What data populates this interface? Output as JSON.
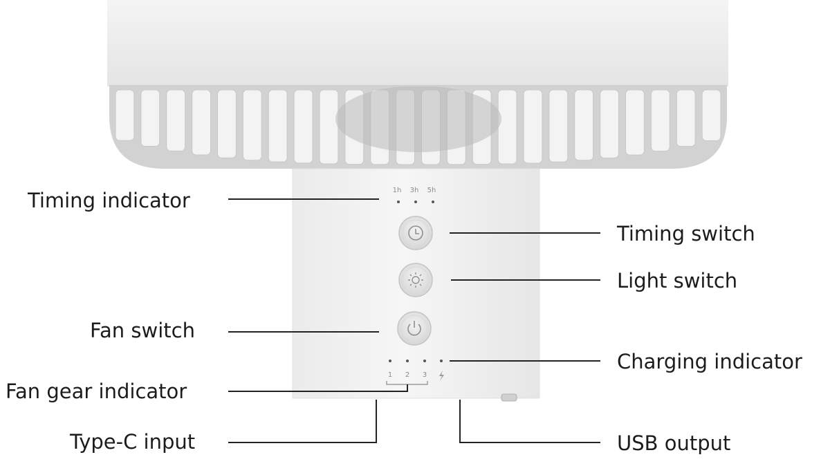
{
  "labels": {
    "timing_indicator": "Timing indicator",
    "timing_switch": "Timing switch",
    "light_switch": "Light switch",
    "fan_switch": "Fan switch",
    "charging_indicator": "Charging indicator",
    "fan_gear_indicator": "Fan gear indicator",
    "type_c_input": "Type-C input",
    "usb_output": "USB output"
  },
  "device": {
    "timer_marks": [
      "1h",
      "3h",
      "5h"
    ],
    "gear_marks": [
      "1",
      "2",
      "3"
    ]
  },
  "icons": {
    "timing_button": "clock-icon",
    "light_button": "sun-icon",
    "fan_button": "power-icon",
    "charging": "lightning-icon"
  }
}
